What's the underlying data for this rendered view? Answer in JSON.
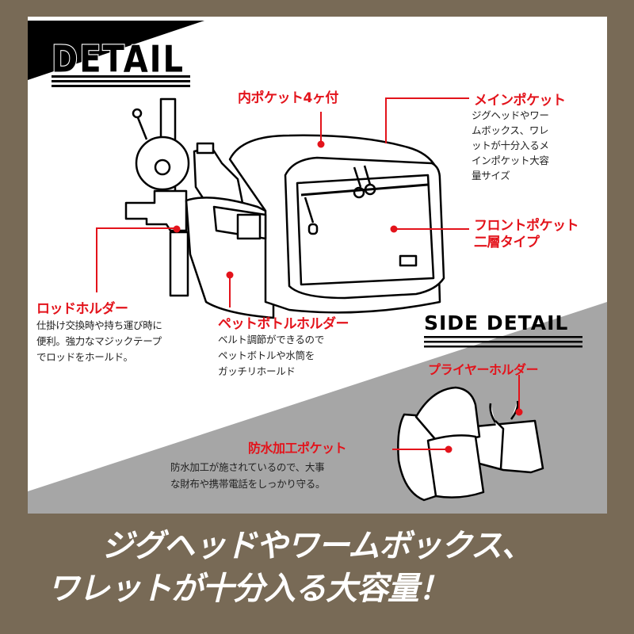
{
  "header": {
    "title": "DETAIL",
    "side_title": "SIDE DETAIL"
  },
  "callouts": {
    "inner_pocket": {
      "title": "内ポケット4ヶ付"
    },
    "main_pocket": {
      "title": "メインポケット",
      "description": "ジグヘッドやワー\nムボックス、ワレ\nットが十分入るメ\nインポケット大容\n量サイズ"
    },
    "front_pocket": {
      "title": "フロントポケット\n二層タイプ"
    },
    "rod_holder": {
      "title": "ロッドホルダー",
      "description": "仕掛け交換時や持ち運び時に\n便利。強力なマジックテープ\nでロッドをホールド。"
    },
    "bottle_holder": {
      "title": "ペットボトルホルダー",
      "description": "ベルト調節ができるので\nペットボトルや水筒を\nガッチリホールド"
    },
    "plier_holder": {
      "title": "プライヤーホルダー"
    },
    "waterproof_pocket": {
      "title": "防水加工ポケット",
      "description": "防水加工が施されているので、大事\nな財布や携帯電話をしっかり守る。"
    }
  },
  "footer": {
    "line1": "ジグヘッドやワームボックス、",
    "line2": "ワレットが十分入る大容量！"
  },
  "colors": {
    "background": "#786a56",
    "panel": "#ffffff",
    "gray_section": "#a6a6a6",
    "accent_red": "#e3131b",
    "text_dark": "#222222"
  }
}
